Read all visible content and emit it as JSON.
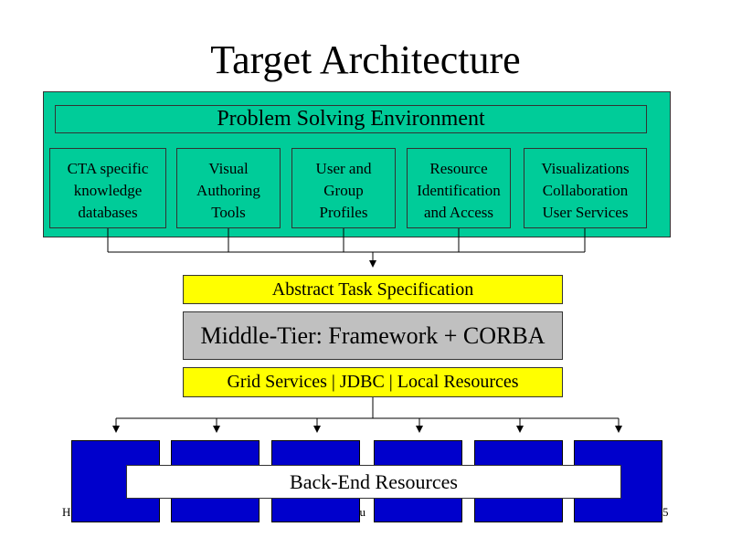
{
  "slide": {
    "title": "Target Architecture",
    "pse_label": "Problem Solving Environment",
    "tools": [
      {
        "lines": [
          "CTA specific",
          "knowledge",
          "databases"
        ]
      },
      {
        "lines": [
          "Visual",
          "Authoring",
          "Tools"
        ]
      },
      {
        "lines": [
          "User and",
          "Group",
          "Profiles"
        ]
      },
      {
        "lines": [
          "Resource",
          "Identification",
          "and Access"
        ]
      },
      {
        "lines": [
          "Visualizations",
          "Collaboration",
          "User Services"
        ]
      }
    ],
    "abstract_task": "Abstract Task Specification",
    "middle_tier": "Middle-Tier: Framework + CORBA",
    "grid_services": "Grid Services | JDBC | Local Resources",
    "back_end": "Back-End Resources",
    "footer_fragments": [
      "H",
      "acu",
      "5"
    ]
  },
  "colors": {
    "pse_green": "#00cc99",
    "yellow": "#ffff00",
    "middle_gray": "#c0c0c0",
    "resource_blue": "#0000cc"
  }
}
